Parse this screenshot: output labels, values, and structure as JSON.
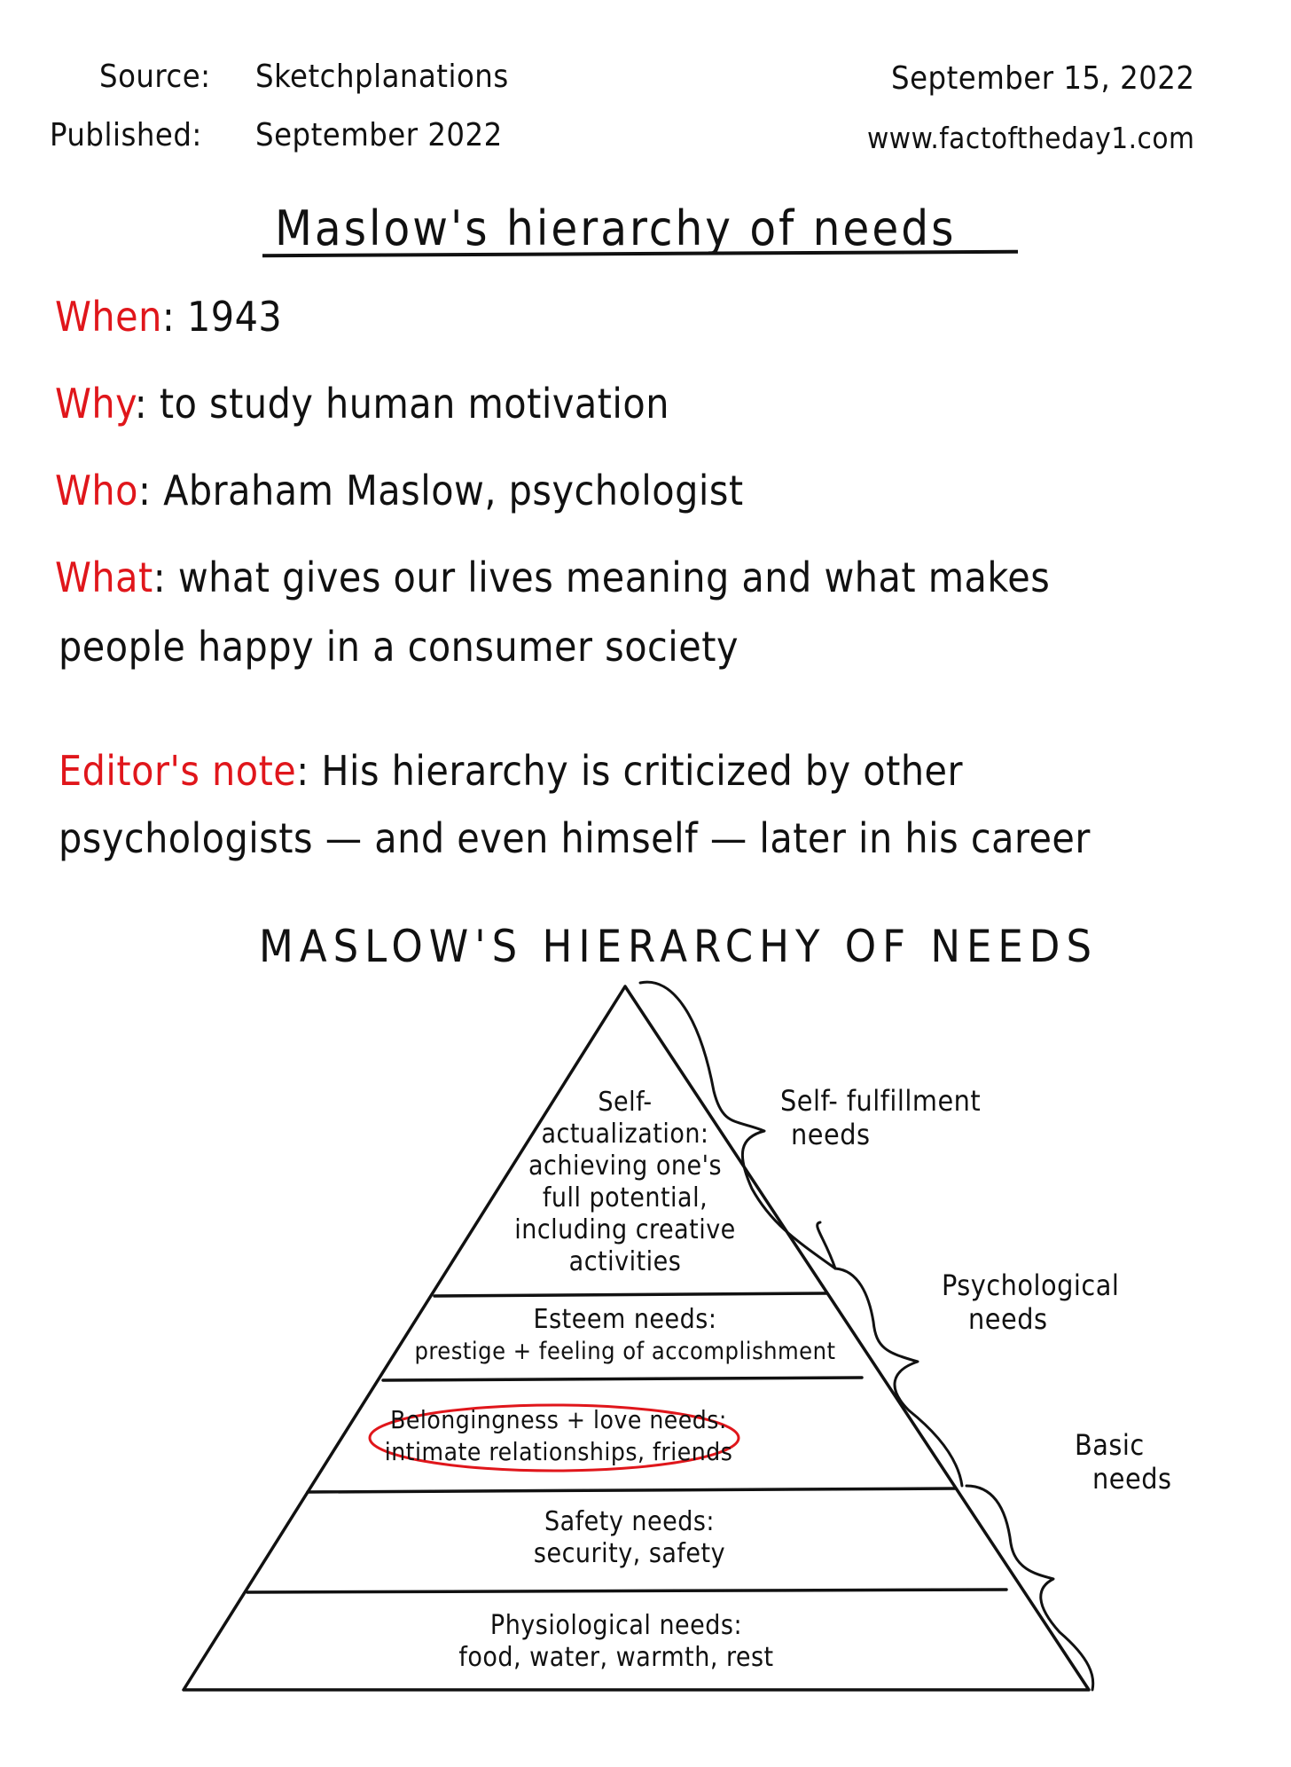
{
  "header": {
    "source_label": "Source:",
    "source_value": "Sketchplanations",
    "published_label": "Published:",
    "published_value": "September 2022",
    "date": "September 15, 2022",
    "website": "www.factoftheday1.com"
  },
  "title": "Maslow's hierarchy of needs",
  "facts": {
    "when": {
      "label": "When",
      "value": ": 1943"
    },
    "why": {
      "label": "Why",
      "value": ": to study human motivation"
    },
    "who": {
      "label": "Who",
      "value": ": Abraham Maslow, psychologist"
    },
    "what": {
      "label": "What",
      "value": ": what gives our lives meaning and what makes",
      "value_line2": "people happy in a consumer society"
    },
    "editors_note": {
      "label": "Editor's note",
      "value": ": His hierarchy is criticized by other",
      "value_line2": "psychologists — and even himself — later in his career"
    }
  },
  "diagram": {
    "title": "MASLOW'S HIERARCHY OF NEEDS",
    "tiers": [
      {
        "name": "Self-actualization:",
        "lines": [
          "Self-",
          "actualization:",
          "achieving one's",
          "full potential,",
          "including creative",
          "activities"
        ]
      },
      {
        "name": "Esteem needs:",
        "lines": [
          "Esteem needs:",
          "prestige + feeling of accomplishment"
        ]
      },
      {
        "name": "Belongingness + love needs:",
        "lines": [
          "Belongingness + love needs:",
          "intimate relationships, friends"
        ],
        "highlighted": true
      },
      {
        "name": "Safety needs:",
        "lines": [
          "Safety needs:",
          "security, safety"
        ]
      },
      {
        "name": "Physiological needs:",
        "lines": [
          "Physiological needs:",
          "food, water, warmth, rest"
        ]
      }
    ],
    "groups": [
      {
        "label_line1": "Self- fulfillment",
        "label_line2": "needs"
      },
      {
        "label_line1": "Psychological",
        "label_line2": "needs"
      },
      {
        "label_line1": "Basic",
        "label_line2": "needs"
      }
    ],
    "colors": {
      "label_red": "#e0161b",
      "highlight": "#e0161b",
      "ink": "#111111"
    }
  }
}
